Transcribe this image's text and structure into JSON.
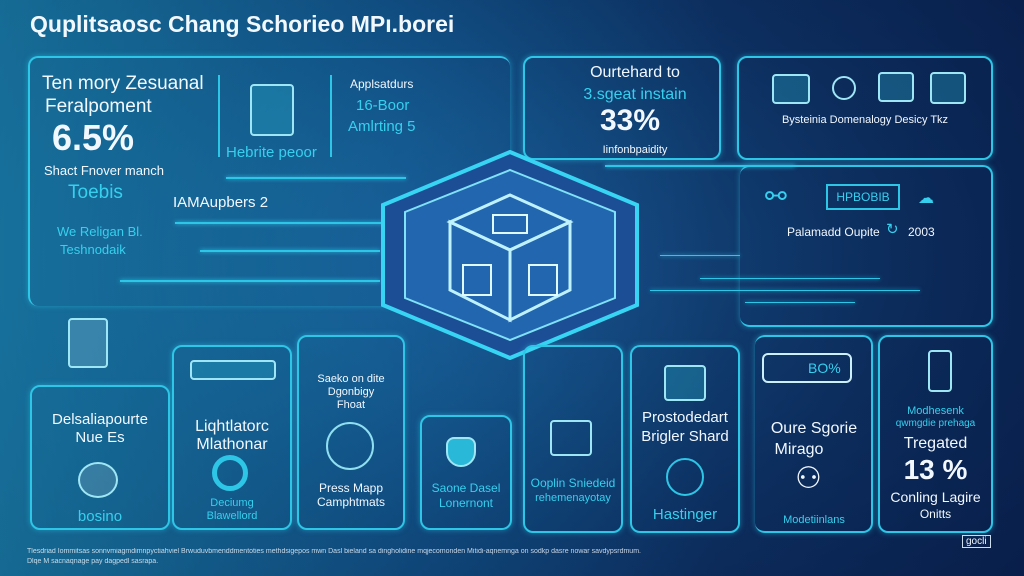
{
  "title": "Quplitsaosc Chang Schorieo MPı.borei",
  "left_panel": {
    "heading1": "Ten mory Zesuanal",
    "heading2": "Feralpoment",
    "stat": "6.5%",
    "caption": "Shact Fnover manch",
    "sub": "Toebis",
    "item_label": "IAMAupbers 2",
    "note1": "We Religan Bl.",
    "note2": "Teshnodaik",
    "calendar_label": "Hebrite peoor",
    "app_title": "Applsatdurs",
    "app_line1": "16-Boor",
    "app_line2": "Amlrting 5"
  },
  "top_stat_panel": {
    "line1": "Ourtehard to",
    "line2": "3.sgeat instain",
    "stat": "33%",
    "caption": "Iinfonbpaidity"
  },
  "tools_panel": {
    "caption": "Bysteinia Domenalogy Desicy Tkz"
  },
  "network_panel": {
    "badge": "HPBOBIB",
    "label": "Palamadd Oupite",
    "year": "2003"
  },
  "bottom_cards": [
    {
      "line1": "Delsaliapourte",
      "line2": "Nue Es",
      "sub": "bosino"
    },
    {
      "line1": "Liqhtlatorc",
      "line2": "Mlathonar",
      "sub1": "Deciumg",
      "sub2": "Blawellord"
    },
    {
      "top1": "Saeko on dite",
      "top2": "Dgonbigy",
      "top3": "Fhoat",
      "line1": "Press Mapp",
      "line2": "Camphtmats"
    },
    {
      "line1": "Saone Dasel",
      "line2": "Lonernont"
    },
    {
      "line1": "Ooplin Sniedeid",
      "line2": "rehemenayotay"
    },
    {
      "line1": "Prostodedart",
      "line2": "Brigler Shard",
      "sub": "Hastinger"
    },
    {
      "bubble": "BO%",
      "line1": "Oure Sgorie",
      "line2": "Mirago",
      "sub": "Modetiinlans"
    },
    {
      "top1": "Modhesenk",
      "top2": "qwmgdie prehaga",
      "label": "Tregated",
      "stat": "13 %",
      "line1": "Conling Lagire",
      "line2": "Onitts"
    }
  ],
  "footer": {
    "line1": "Tlesdriad Iommitsas sonnvmiagmdimnpyctiahviel Brwuduvbmenddmentoties methdsigepos mwn Dasl bieland sa dingholidine mqjecomonden Mitidi-aqnemnga on sodkp dasre nowar savdypsrdmum.",
    "line2": "Dlqe M sacnaqnage pay dagpedl sasrapa."
  },
  "logo": "gocli"
}
